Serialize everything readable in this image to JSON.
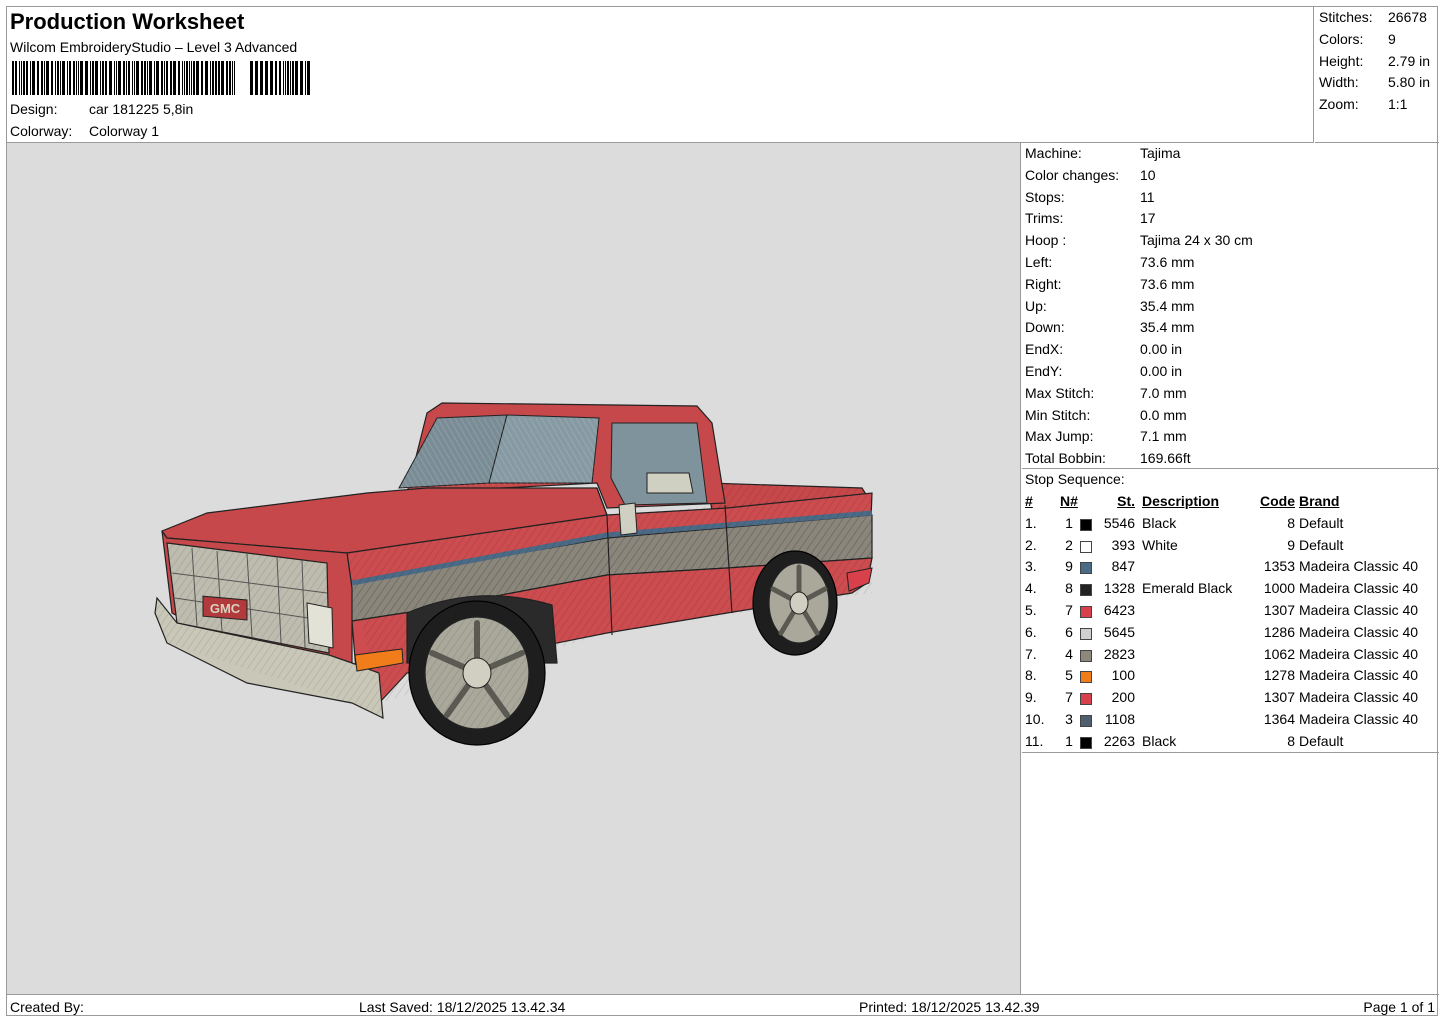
{
  "header": {
    "title": "Production Worksheet",
    "software": "Wilcom EmbroideryStudio – Level 3 Advanced",
    "design_label": "Design:",
    "design_value": "car 181225 5,8in",
    "colorway_label": "Colorway:",
    "colorway_value": "Colorway 1"
  },
  "summary": {
    "stitches_label": "Stitches:",
    "stitches": "26678",
    "colors_label": "Colors:",
    "colors": "9",
    "height_label": "Height:",
    "height": "2.79 in",
    "width_label": "Width:",
    "width": "5.80 in",
    "zoom_label": "Zoom:",
    "zoom": "1:1"
  },
  "machine": {
    "machine_label": "Machine:",
    "machine": "Tajima",
    "color_changes_label": "Color changes:",
    "color_changes": "10",
    "stops_label": "Stops:",
    "stops": "11",
    "trims_label": "Trims:",
    "trims": "17",
    "hoop_label": "Hoop :",
    "hoop": "Tajima 24 x 30 cm",
    "left_label": "Left:",
    "left": "73.6 mm",
    "right_label": "Right:",
    "right": "73.6 mm",
    "up_label": "Up:",
    "up": "35.4 mm",
    "down_label": "Down:",
    "down": "35.4 mm",
    "endx_label": "EndX:",
    "endx": "0.00 in",
    "endy_label": "EndY:",
    "endy": "0.00 in",
    "max_stitch_label": "Max Stitch:",
    "max_stitch": "7.0 mm",
    "min_stitch_label": "Min Stitch:",
    "min_stitch": "0.0 mm",
    "max_jump_label": "Max Jump:",
    "max_jump": "7.1 mm",
    "total_bobbin_label": "Total Bobbin:",
    "total_bobbin": "169.66ft"
  },
  "stop_sequence": {
    "caption": "Stop Sequence:",
    "headers": {
      "idx": "#",
      "n": "N#",
      "st": "St.",
      "desc": "Description",
      "code": "Code",
      "brand": "Brand"
    },
    "rows": [
      {
        "idx": "1.",
        "n": "1",
        "color": "#000000",
        "st": "5546",
        "desc": "Black",
        "code": "8",
        "brand": "Default"
      },
      {
        "idx": "2.",
        "n": "2",
        "color": "#ffffff",
        "st": "393",
        "desc": "White",
        "code": "9",
        "brand": "Default"
      },
      {
        "idx": "3.",
        "n": "9",
        "color": "#4a6a86",
        "st": "847",
        "desc": "",
        "code": "1353",
        "brand": "Madeira Classic 40"
      },
      {
        "idx": "4.",
        "n": "8",
        "color": "#222222",
        "st": "1328",
        "desc": "Emerald Black",
        "code": "1000",
        "brand": "Madeira Classic 40"
      },
      {
        "idx": "5.",
        "n": "7",
        "color": "#d8404c",
        "st": "6423",
        "desc": "",
        "code": "1307",
        "brand": "Madeira Classic 40"
      },
      {
        "idx": "6.",
        "n": "6",
        "color": "#cfcfcf",
        "st": "5645",
        "desc": "",
        "code": "1286",
        "brand": "Madeira Classic 40"
      },
      {
        "idx": "7.",
        "n": "4",
        "color": "#8e887c",
        "st": "2823",
        "desc": "",
        "code": "1062",
        "brand": "Madeira Classic 40"
      },
      {
        "idx": "8.",
        "n": "5",
        "color": "#f07c1a",
        "st": "100",
        "desc": "",
        "code": "1278",
        "brand": "Madeira Classic 40"
      },
      {
        "idx": "9.",
        "n": "7",
        "color": "#d8404c",
        "st": "200",
        "desc": "",
        "code": "1307",
        "brand": "Madeira Classic 40"
      },
      {
        "idx": "10.",
        "n": "3",
        "color": "#4f5f6f",
        "st": "1108",
        "desc": "",
        "code": "1364",
        "brand": "Madeira Classic 40"
      },
      {
        "idx": "11.",
        "n": "1",
        "color": "#000000",
        "st": "2263",
        "desc": "Black",
        "code": "8",
        "brand": "Default"
      }
    ]
  },
  "preview": {
    "grille_badge": "GMC"
  },
  "footer": {
    "created_by": "Created By:",
    "last_saved": "Last Saved: 18/12/2025 13.42.34",
    "printed": "Printed: 18/12/2025 13.42.39",
    "page": "Page 1 of 1"
  }
}
